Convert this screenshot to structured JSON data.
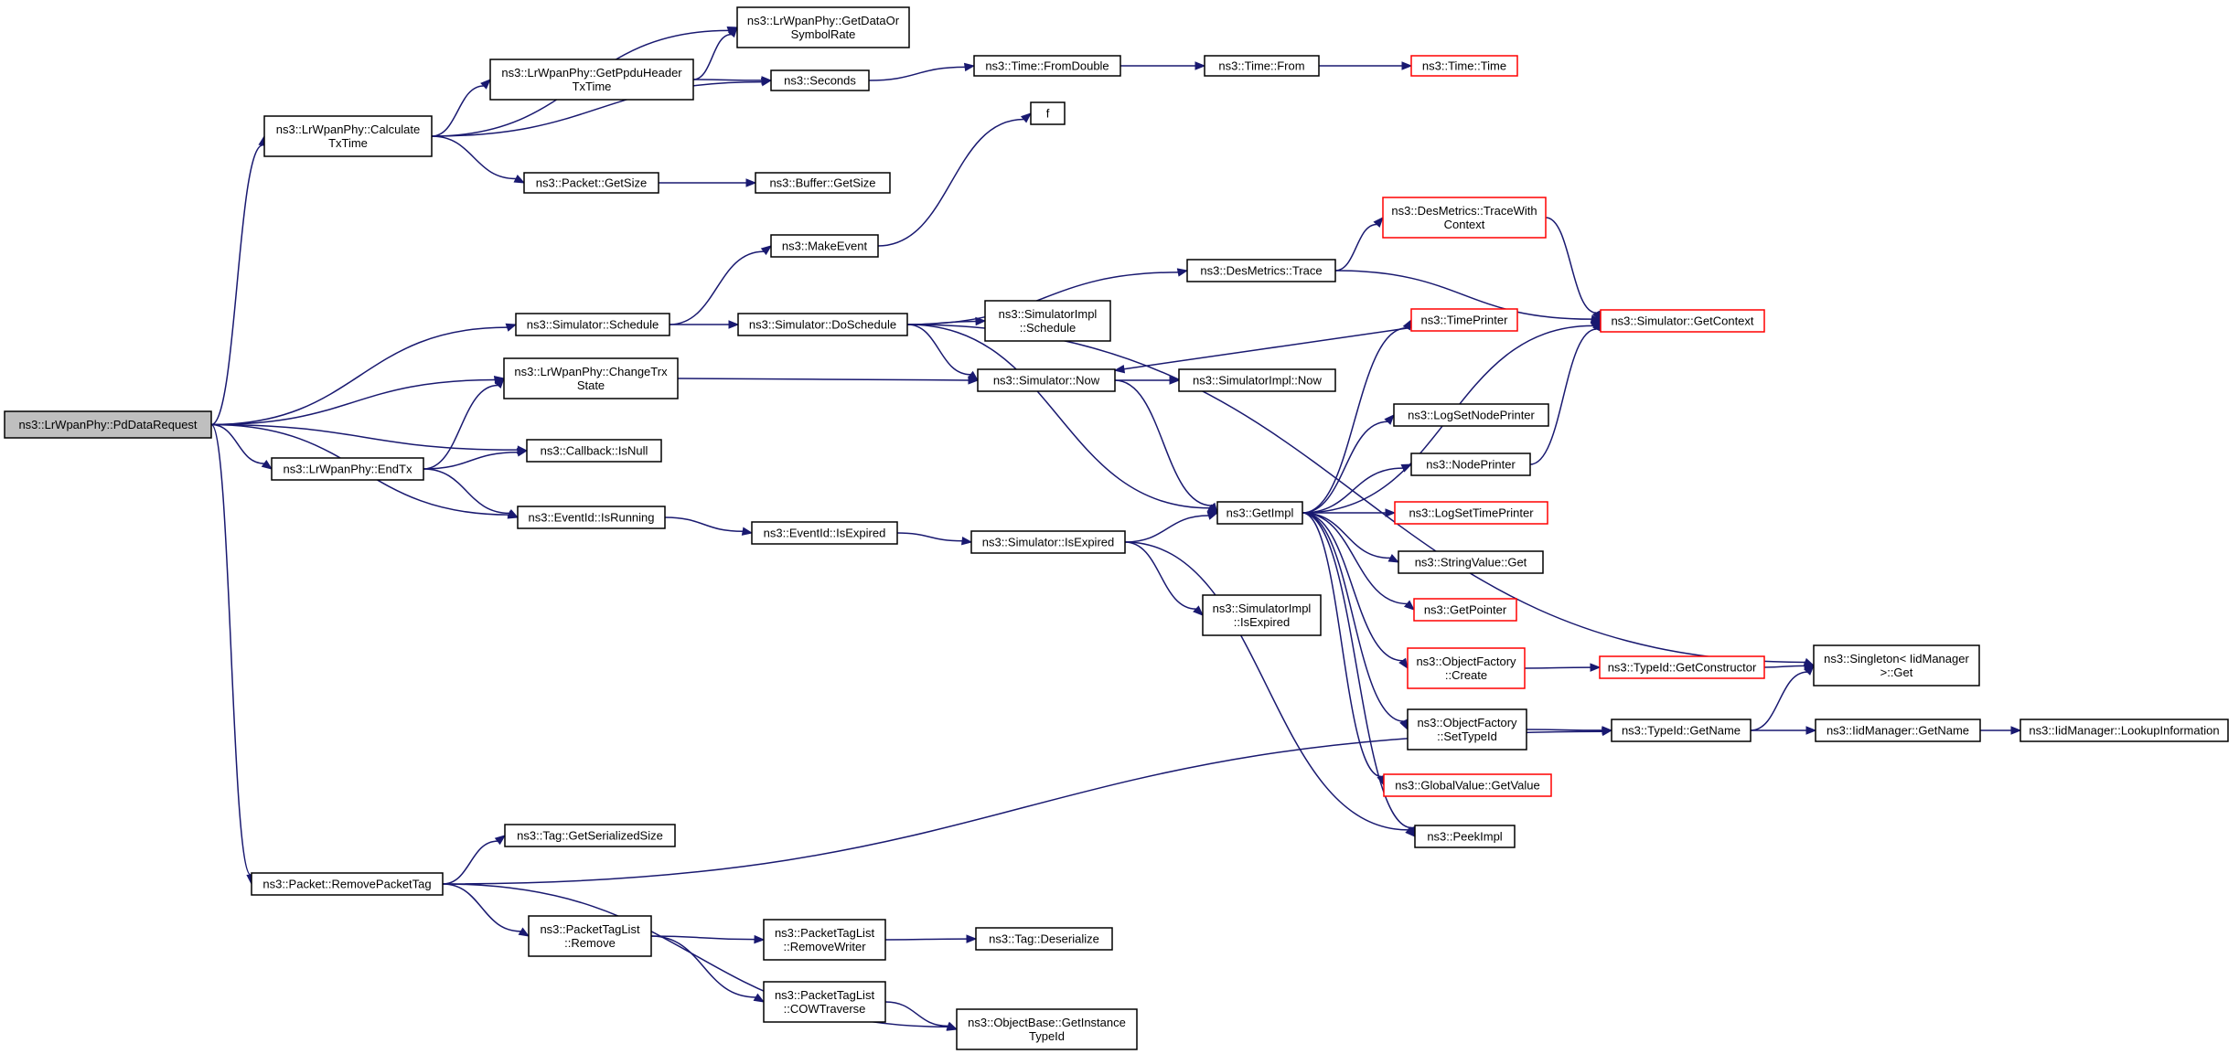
{
  "diagram": {
    "type": "call-graph",
    "colors": {
      "edge": "#191970",
      "node_border": "#000000",
      "node_border_truncated": "#ff0000",
      "root_fill": "#bfbfbf",
      "background": "#ffffff"
    },
    "nodes": [
      {
        "id": "root",
        "lines": [
          "ns3::LrWpanPhy::PdDataRequest"
        ],
        "highlight": true
      },
      {
        "id": "calcTx",
        "lines": [
          "ns3::LrWpanPhy::Calculate",
          "TxTime"
        ]
      },
      {
        "id": "getDataOr",
        "lines": [
          "ns3::LrWpanPhy::GetDataOr",
          "SymbolRate"
        ]
      },
      {
        "id": "getPpdu",
        "lines": [
          "ns3::LrWpanPhy::GetPpduHeader",
          "TxTime"
        ]
      },
      {
        "id": "seconds",
        "lines": [
          "ns3::Seconds"
        ]
      },
      {
        "id": "fromDouble",
        "lines": [
          "ns3::Time::FromDouble"
        ]
      },
      {
        "id": "timeFrom",
        "lines": [
          "ns3::Time::From"
        ]
      },
      {
        "id": "timeTime",
        "lines": [
          "ns3::Time::Time"
        ],
        "truncated": true
      },
      {
        "id": "f",
        "lines": [
          "f"
        ]
      },
      {
        "id": "pktGetSize",
        "lines": [
          "ns3::Packet::GetSize"
        ]
      },
      {
        "id": "bufGetSize",
        "lines": [
          "ns3::Buffer::GetSize"
        ]
      },
      {
        "id": "makeEvent",
        "lines": [
          "ns3::MakeEvent"
        ]
      },
      {
        "id": "desTraceCtx",
        "lines": [
          "ns3::DesMetrics::TraceWith",
          "Context"
        ],
        "truncated": true
      },
      {
        "id": "desTrace",
        "lines": [
          "ns3::DesMetrics::Trace"
        ]
      },
      {
        "id": "simSchedule",
        "lines": [
          "ns3::Simulator::Schedule"
        ]
      },
      {
        "id": "simDoSchedule",
        "lines": [
          "ns3::Simulator::DoSchedule"
        ]
      },
      {
        "id": "implSchedule",
        "lines": [
          "ns3::SimulatorImpl",
          "::Schedule"
        ]
      },
      {
        "id": "getContext",
        "lines": [
          "ns3::Simulator::GetContext"
        ],
        "truncated": true
      },
      {
        "id": "timePrinter",
        "lines": [
          "ns3::TimePrinter"
        ],
        "truncated": true
      },
      {
        "id": "changeTrx",
        "lines": [
          "ns3::LrWpanPhy::ChangeTrx",
          "State"
        ]
      },
      {
        "id": "simNow",
        "lines": [
          "ns3::Simulator::Now"
        ]
      },
      {
        "id": "implNow",
        "lines": [
          "ns3::SimulatorImpl::Now"
        ]
      },
      {
        "id": "logSetNode",
        "lines": [
          "ns3::LogSetNodePrinter"
        ]
      },
      {
        "id": "cbIsNull",
        "lines": [
          "ns3::Callback::IsNull"
        ]
      },
      {
        "id": "endTx",
        "lines": [
          "ns3::LrWpanPhy::EndTx"
        ]
      },
      {
        "id": "nodePrinter",
        "lines": [
          "ns3::NodePrinter"
        ]
      },
      {
        "id": "getImpl",
        "lines": [
          "ns3::GetImpl"
        ]
      },
      {
        "id": "logSetTime",
        "lines": [
          "ns3::LogSetTimePrinter"
        ],
        "truncated": true
      },
      {
        "id": "evIsRunning",
        "lines": [
          "ns3::EventId::IsRunning"
        ]
      },
      {
        "id": "evIsExpired",
        "lines": [
          "ns3::EventId::IsExpired"
        ]
      },
      {
        "id": "simIsExpired",
        "lines": [
          "ns3::Simulator::IsExpired"
        ]
      },
      {
        "id": "strGet",
        "lines": [
          "ns3::StringValue::Get"
        ]
      },
      {
        "id": "implIsExpired",
        "lines": [
          "ns3::SimulatorImpl",
          "::IsExpired"
        ]
      },
      {
        "id": "getPointer",
        "lines": [
          "ns3::GetPointer"
        ],
        "truncated": true
      },
      {
        "id": "objCreate",
        "lines": [
          "ns3::ObjectFactory",
          "::Create"
        ],
        "truncated": true
      },
      {
        "id": "getConstructor",
        "lines": [
          "ns3::TypeId::GetConstructor"
        ],
        "truncated": true
      },
      {
        "id": "singletonGet",
        "lines": [
          "ns3::Singleton< IidManager",
          ">::Get"
        ]
      },
      {
        "id": "objSetTypeId",
        "lines": [
          "ns3::ObjectFactory",
          "::SetTypeId"
        ]
      },
      {
        "id": "typeGetName",
        "lines": [
          "ns3::TypeId::GetName"
        ]
      },
      {
        "id": "iidGetName",
        "lines": [
          "ns3::IidManager::GetName"
        ]
      },
      {
        "id": "iidLookup",
        "lines": [
          "ns3::IidManager::LookupInformation"
        ]
      },
      {
        "id": "globalGetValue",
        "lines": [
          "ns3::GlobalValue::GetValue"
        ],
        "truncated": true
      },
      {
        "id": "peekImpl",
        "lines": [
          "ns3::PeekImpl"
        ]
      },
      {
        "id": "tagGetSer",
        "lines": [
          "ns3::Tag::GetSerializedSize"
        ]
      },
      {
        "id": "removePktTag",
        "lines": [
          "ns3::Packet::RemovePacketTag"
        ]
      },
      {
        "id": "ptlRemove",
        "lines": [
          "ns3::PacketTagList",
          "::Remove"
        ]
      },
      {
        "id": "ptlRemoveWriter",
        "lines": [
          "ns3::PacketTagList",
          "::RemoveWriter"
        ]
      },
      {
        "id": "tagDeserialize",
        "lines": [
          "ns3::Tag::Deserialize"
        ]
      },
      {
        "id": "ptlCow",
        "lines": [
          "ns3::PacketTagList",
          "::COWTraverse"
        ]
      },
      {
        "id": "objGetInst",
        "lines": [
          "ns3::ObjectBase::GetInstance",
          "TypeId"
        ]
      }
    ],
    "edges": [
      [
        "root",
        "calcTx"
      ],
      [
        "root",
        "simSchedule"
      ],
      [
        "root",
        "changeTrx"
      ],
      [
        "root",
        "cbIsNull"
      ],
      [
        "root",
        "endTx"
      ],
      [
        "root",
        "evIsRunning"
      ],
      [
        "root",
        "removePktTag"
      ],
      [
        "calcTx",
        "getDataOr"
      ],
      [
        "calcTx",
        "getPpdu"
      ],
      [
        "calcTx",
        "seconds"
      ],
      [
        "calcTx",
        "pktGetSize"
      ],
      [
        "getPpdu",
        "getDataOr"
      ],
      [
        "getPpdu",
        "seconds"
      ],
      [
        "seconds",
        "fromDouble"
      ],
      [
        "fromDouble",
        "timeFrom"
      ],
      [
        "timeFrom",
        "timeTime"
      ],
      [
        "pktGetSize",
        "bufGetSize"
      ],
      [
        "simSchedule",
        "makeEvent"
      ],
      [
        "simSchedule",
        "simDoSchedule"
      ],
      [
        "makeEvent",
        "f"
      ],
      [
        "simDoSchedule",
        "singletonGet"
      ],
      [
        "simDoSchedule",
        "desTrace"
      ],
      [
        "simDoSchedule",
        "implSchedule"
      ],
      [
        "simDoSchedule",
        "simNow"
      ],
      [
        "simDoSchedule",
        "getImpl"
      ],
      [
        "desTrace",
        "desTraceCtx"
      ],
      [
        "desTrace",
        "getContext"
      ],
      [
        "desTraceCtx",
        "getContext"
      ],
      [
        "changeTrx",
        "simNow"
      ],
      [
        "simNow",
        "implNow"
      ],
      [
        "simNow",
        "getImpl"
      ],
      [
        "timePrinter",
        "simNow"
      ],
      [
        "endTx",
        "changeTrx"
      ],
      [
        "endTx",
        "cbIsNull"
      ],
      [
        "endTx",
        "evIsRunning"
      ],
      [
        "nodePrinter",
        "getContext"
      ],
      [
        "getImpl",
        "getContext"
      ],
      [
        "getImpl",
        "timePrinter"
      ],
      [
        "getImpl",
        "logSetNode"
      ],
      [
        "getImpl",
        "nodePrinter"
      ],
      [
        "getImpl",
        "logSetTime"
      ],
      [
        "getImpl",
        "strGet"
      ],
      [
        "getImpl",
        "getPointer"
      ],
      [
        "getImpl",
        "objCreate"
      ],
      [
        "getImpl",
        "objSetTypeId"
      ],
      [
        "getImpl",
        "globalGetValue"
      ],
      [
        "getImpl",
        "peekImpl"
      ],
      [
        "evIsRunning",
        "evIsExpired"
      ],
      [
        "evIsExpired",
        "simIsExpired"
      ],
      [
        "simIsExpired",
        "getImpl"
      ],
      [
        "simIsExpired",
        "implIsExpired"
      ],
      [
        "simIsExpired",
        "peekImpl"
      ],
      [
        "objCreate",
        "getConstructor"
      ],
      [
        "getConstructor",
        "singletonGet"
      ],
      [
        "objSetTypeId",
        "typeGetName"
      ],
      [
        "typeGetName",
        "singletonGet"
      ],
      [
        "typeGetName",
        "iidGetName"
      ],
      [
        "iidGetName",
        "iidLookup"
      ],
      [
        "removePktTag",
        "tagGetSer"
      ],
      [
        "removePktTag",
        "typeGetName"
      ],
      [
        "removePktTag",
        "ptlRemove"
      ],
      [
        "removePktTag",
        "objGetInst"
      ],
      [
        "ptlRemove",
        "ptlRemoveWriter"
      ],
      [
        "ptlRemove",
        "ptlCow"
      ],
      [
        "ptlRemoveWriter",
        "tagDeserialize"
      ],
      [
        "ptlCow",
        "objGetInst"
      ]
    ]
  }
}
